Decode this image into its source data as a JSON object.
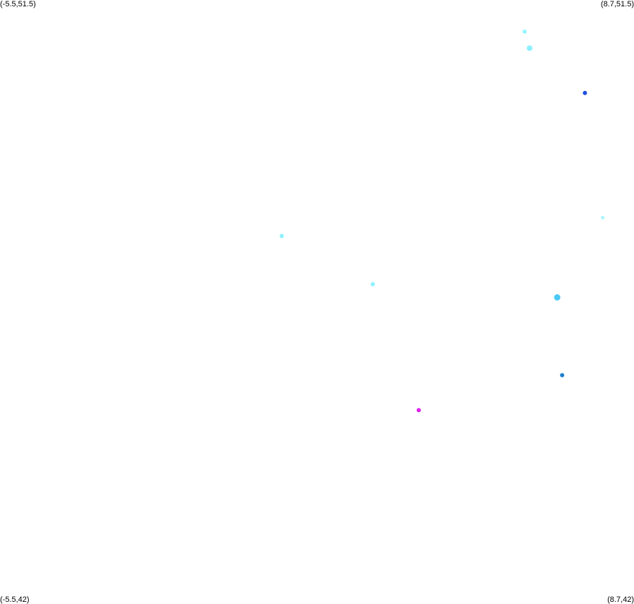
{
  "corners": {
    "top_left": "(-5.5,51.5)",
    "top_right": "(8.7,51.5)",
    "bottom_left": "(-5.5,42)",
    "bottom_right": "(8.7,42)"
  },
  "extent": {
    "lon_min": -5.5,
    "lon_max": 8.7,
    "lat_min": 42,
    "lat_max": 51.5
  },
  "points": [
    {
      "lon": 6.25,
      "lat": 51.0,
      "color": "#99f5ff",
      "r": 3
    },
    {
      "lon": 6.36,
      "lat": 50.74,
      "color": "#8cefff",
      "r": 4
    },
    {
      "lon": 7.6,
      "lat": 50.03,
      "color": "#1f4fe0",
      "r": 3
    },
    {
      "lon": 8.0,
      "lat": 48.06,
      "color": "#a8f8ff",
      "r": 2.5
    },
    {
      "lon": 0.81,
      "lat": 47.77,
      "color": "#8ff0ff",
      "r": 3
    },
    {
      "lon": 2.85,
      "lat": 47.01,
      "color": "#8ff0ff",
      "r": 3
    },
    {
      "lon": 6.98,
      "lat": 46.8,
      "color": "#4cc8f5",
      "r": 4.5
    },
    {
      "lon": 7.09,
      "lat": 45.57,
      "color": "#1f7ed0",
      "r": 3
    },
    {
      "lon": 3.88,
      "lat": 45.02,
      "color": "#e01ef0",
      "r": 3
    }
  ]
}
